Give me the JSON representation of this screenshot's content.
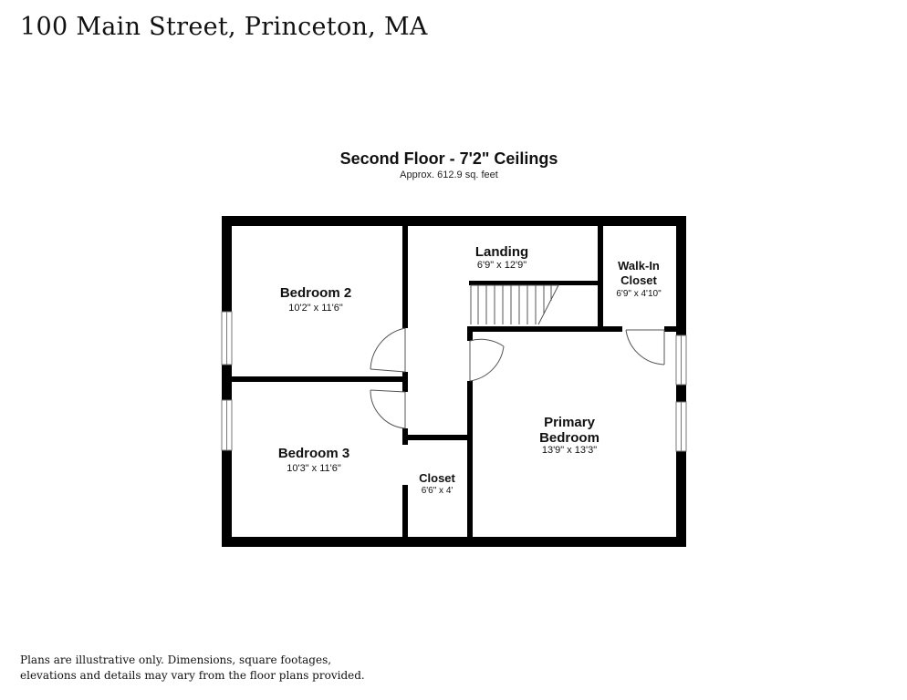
{
  "header": {
    "address": "100 Main Street, Princeton, MA"
  },
  "plan": {
    "title": "Second Floor - 7'2\" Ceilings",
    "area": "Approx. 612.9 sq. feet"
  },
  "rooms": {
    "bedroom2": {
      "name": "Bedroom 2",
      "dims": "10'2\" x 11'6\""
    },
    "bedroom3": {
      "name": "Bedroom 3",
      "dims": "10'3\" x 11'6\""
    },
    "landing": {
      "name": "Landing",
      "dims": "6'9\" x 12'9\""
    },
    "walkin": {
      "name_line1": "Walk-In",
      "name_line2": "Closet",
      "dims": "6'9\" x 4'10\""
    },
    "primary": {
      "name_line1": "Primary",
      "name_line2": "Bedroom",
      "dims": "13'9\" x 13'3\""
    },
    "closet": {
      "name": "Closet",
      "dims": "6'6\" x 4'"
    }
  },
  "footer": {
    "line1": "Plans are illustrative only. Dimensions, square footages,",
    "line2": "elevations and details may vary from the floor plans provided."
  }
}
